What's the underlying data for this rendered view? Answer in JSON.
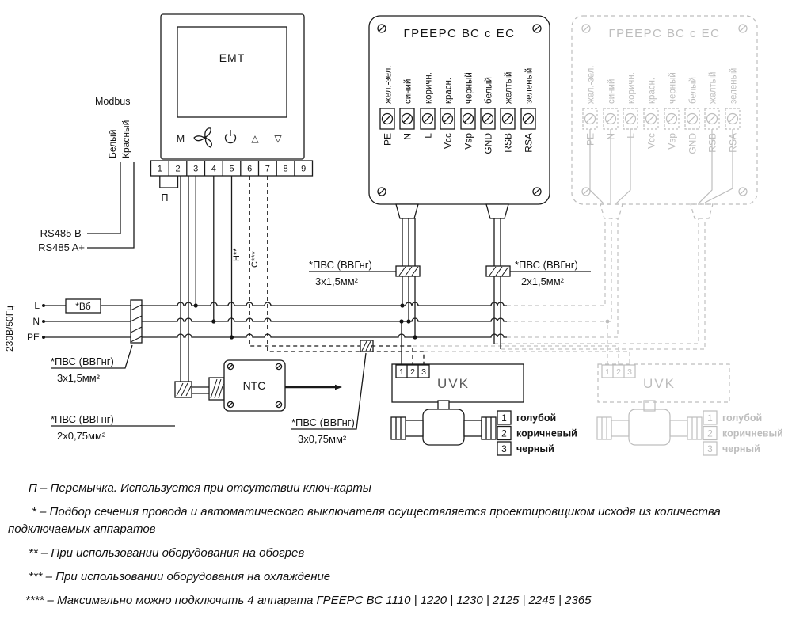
{
  "colors": {
    "ink": "#1a1a1a",
    "ghost": "#bdbdbd"
  },
  "emt": {
    "title": "EMT",
    "buttons": {
      "menu": "М",
      "up": "△",
      "down": "▽"
    },
    "terminals": [
      "1",
      "2",
      "3",
      "4",
      "5",
      "6",
      "7",
      "8",
      "9"
    ],
    "jumper_label": "П",
    "heat_tag": "Н**",
    "cool_tag": "С***",
    "modbus": {
      "label": "Modbus",
      "wire_white": "Белый",
      "wire_red": "Красный",
      "rs485_b": "RS485 B-",
      "rs485_a": "RS485 A+"
    }
  },
  "greers": {
    "title": "ГРЕЕРС ВС с ЕС",
    "terminals": [
      {
        "name": "PE",
        "wire": "жел.-зел."
      },
      {
        "name": "N",
        "wire": "синий"
      },
      {
        "name": "L",
        "wire": "коричн."
      },
      {
        "name": "Vcc",
        "wire": "красн."
      },
      {
        "name": "Vsp",
        "wire": "черный"
      },
      {
        "name": "GND",
        "wire": "белый"
      },
      {
        "name": "RSB",
        "wire": "желтый"
      },
      {
        "name": "RSA",
        "wire": "зеленый"
      }
    ]
  },
  "power": {
    "supply": "230В/50Гц",
    "l": "L",
    "n": "N",
    "pe": "PE",
    "breaker": "*Вб"
  },
  "cables": {
    "pvs": "*ПВС (ВВГнг)",
    "sizes": {
      "power": "3х1,5мм²",
      "unit": "3х1,5мм²",
      "chain": "2х1,5мм²",
      "ntc": "2х0,75мм²",
      "valve": "3х0,75мм²"
    }
  },
  "ntc": {
    "title": "NTC"
  },
  "uvk": {
    "title": "UVK",
    "terminals": [
      "1",
      "2",
      "3"
    ],
    "legend": [
      {
        "num": "1",
        "label": "голубой"
      },
      {
        "num": "2",
        "label": "коричневый"
      },
      {
        "num": "3",
        "label": "черный"
      }
    ]
  },
  "notes": [
    "П – Перемычка. Используется при отсутствии ключ-карты",
    "* – Подбор сечения провода и автоматического выключателя осуществляется проектировщиком исходя из количества подключаемых аппаратов",
    "** – При использовании оборудования на обогрев",
    "*** – При использовании оборудования на охлаждение",
    "**** – Максимально можно подключить 4 аппарата ГРЕЕРС ВС 1110 | 1220 | 1230 | 2125 | 2245 | 2365"
  ]
}
